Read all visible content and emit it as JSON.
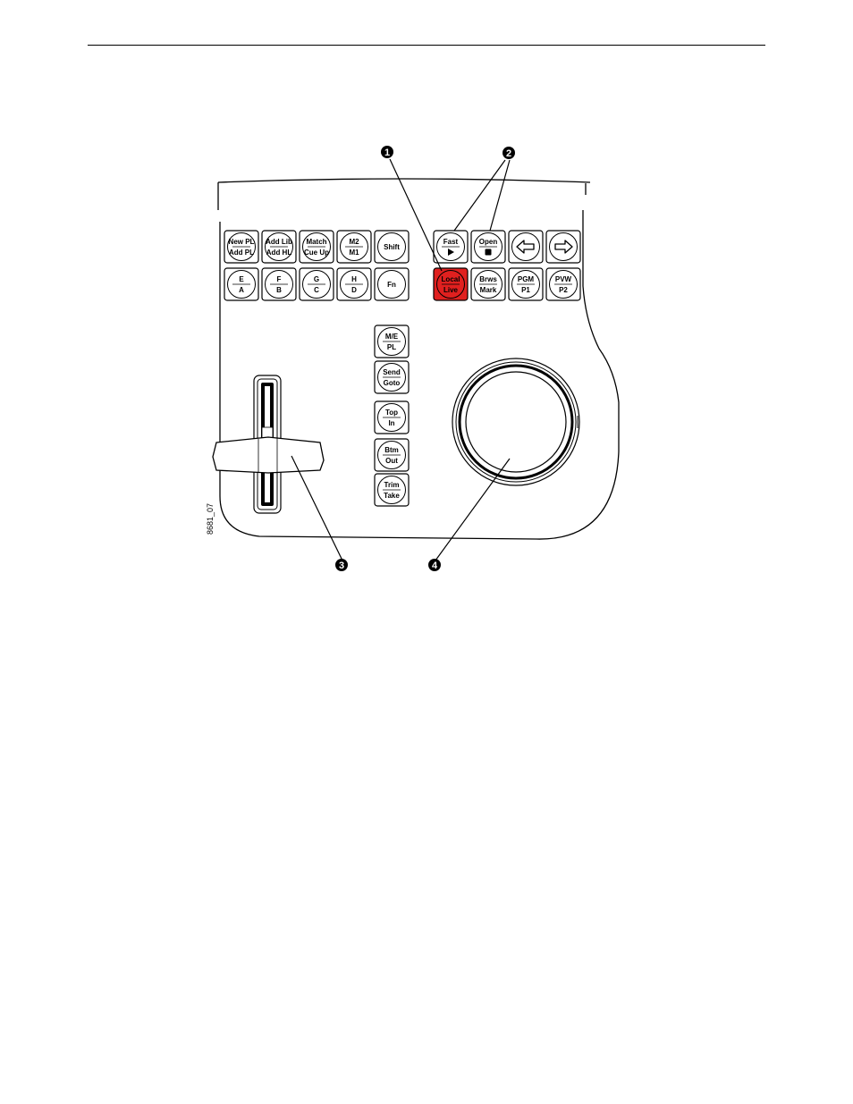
{
  "figure_id": "8681_07",
  "colors": {
    "active_key": "#e0201f",
    "outline": "#000000",
    "panel": "#ffffff"
  },
  "keys_top_left": [
    {
      "id": "key-new-pl",
      "top": "New PL",
      "bottom": "Add PL"
    },
    {
      "id": "key-add-lib",
      "top": "Add Lib",
      "bottom": "Add HL"
    },
    {
      "id": "key-match",
      "top": "Match",
      "bottom": "Cue Up"
    },
    {
      "id": "key-m2",
      "top": "M2",
      "bottom": "M1"
    },
    {
      "id": "key-shift",
      "single": "Shift"
    },
    {
      "id": "key-e",
      "top": "E",
      "bottom": "A"
    },
    {
      "id": "key-f",
      "top": "F",
      "bottom": "B"
    },
    {
      "id": "key-g",
      "top": "G",
      "bottom": "C"
    },
    {
      "id": "key-h",
      "top": "H",
      "bottom": "D"
    },
    {
      "id": "key-fn",
      "single": "Fn"
    }
  ],
  "keys_top_right": [
    {
      "id": "key-fast",
      "top": "Fast",
      "icon": "play-icon"
    },
    {
      "id": "key-open",
      "top": "Open",
      "icon": "stop-icon"
    },
    {
      "id": "key-left",
      "icon": "left-arrow-icon"
    },
    {
      "id": "key-right",
      "icon": "right-arrow-icon"
    },
    {
      "id": "key-local",
      "top": "Local",
      "bottom": "Live",
      "active": true
    },
    {
      "id": "key-brws",
      "top": "Brws",
      "bottom": "Mark"
    },
    {
      "id": "key-pgm",
      "top": "PGM",
      "bottom": "P1"
    },
    {
      "id": "key-pvw",
      "top": "PVW",
      "bottom": "P2"
    }
  ],
  "keys_center": [
    {
      "id": "key-me",
      "top": "M/E",
      "bottom": "PL"
    },
    {
      "id": "key-send",
      "top": "Send",
      "bottom": "Goto"
    },
    {
      "id": "key-top",
      "top": "Top",
      "bottom": "In"
    },
    {
      "id": "key-btm",
      "top": "Btm",
      "bottom": "Out"
    },
    {
      "id": "key-trim",
      "top": "Trim",
      "bottom": "Take"
    }
  ],
  "callouts": [
    "1",
    "2",
    "3",
    "4"
  ]
}
